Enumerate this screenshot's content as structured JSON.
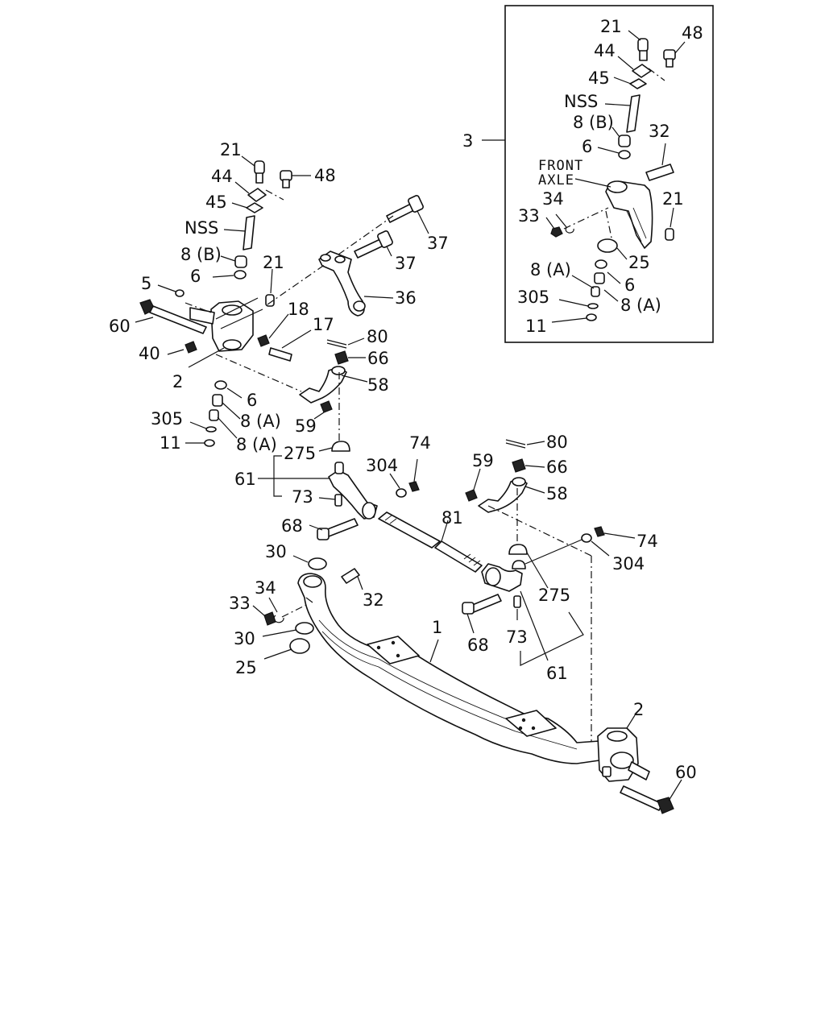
{
  "diagram": {
    "inset": {
      "ref": "3",
      "labels": [
        "21",
        "48",
        "44",
        "45",
        "NSS",
        "8 (B)",
        "6",
        "32",
        "FRONT",
        "AXLE",
        "34",
        "33",
        "21",
        "25",
        "8 (A)",
        "6",
        "8 (A)",
        "305",
        "11"
      ]
    },
    "left_knuckle": {
      "labels": [
        "21",
        "44",
        "48",
        "45",
        "NSS",
        "8 (B)",
        "21",
        "6",
        "5",
        "18",
        "60",
        "17",
        "40",
        "2",
        "6",
        "8 (A)",
        "305",
        "8 (A)",
        "11",
        "37",
        "37",
        "36",
        "80",
        "66",
        "58",
        "59",
        "275"
      ]
    },
    "tie_rod": {
      "labels": [
        "61",
        "73",
        "304",
        "74",
        "68",
        "81",
        "80",
        "59",
        "66",
        "58",
        "74",
        "304",
        "275",
        "73",
        "68",
        "61"
      ]
    },
    "axle": {
      "labels": [
        "30",
        "32",
        "34",
        "33",
        "30",
        "25",
        "1",
        "2",
        "60"
      ]
    }
  }
}
